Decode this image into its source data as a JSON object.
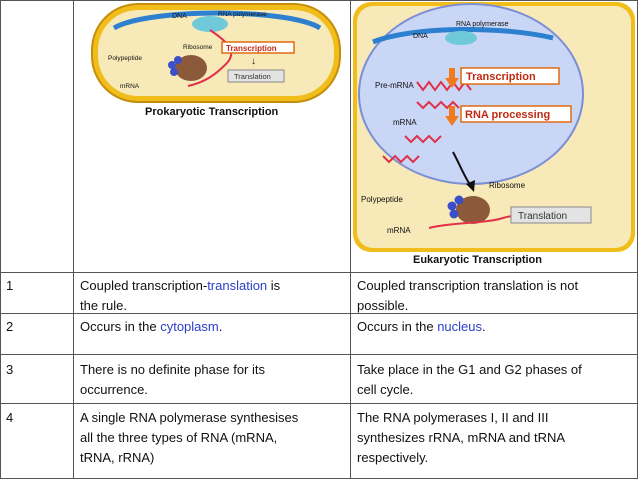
{
  "header": {
    "left_caption": "Prokaryotic Transcription",
    "right_caption": "Eukaryotic Transcription"
  },
  "prok": {
    "dna": "DNA",
    "rna_pol": "RNA polymerase",
    "ribosome": "Ribosome",
    "polypeptide": "Polypeptide",
    "mrna": "mRNA",
    "transcription": "Transcription",
    "translation": "Translation"
  },
  "euk": {
    "rna_pol": "RNA polymerase",
    "dna": "DNA",
    "pre_mrna": "Pre-mRNA",
    "transcription": "Transcription",
    "mrna": "mRNA",
    "rna_processing": "RNA processing",
    "ribosome": "Ribosome",
    "polypeptide": "Polypeptide",
    "translation": "Translation",
    "mrna2": "mRNA"
  },
  "rows": [
    {
      "num": "1",
      "left": [
        {
          "pre": "Coupled transcription-",
          "link": "translation",
          "post": " is"
        },
        {
          "pre": "the rule.",
          "link": "",
          "post": ""
        }
      ],
      "right": [
        {
          "pre": "Coupled transcription translation is not",
          "link": "",
          "post": ""
        },
        {
          "pre": "possible.",
          "link": "",
          "post": ""
        }
      ]
    },
    {
      "num": "2",
      "left": [
        {
          "pre": "Occurs in the ",
          "link": "cytoplasm",
          "post": "."
        }
      ],
      "right": [
        {
          "pre": "Occurs in the ",
          "link": "nucleus",
          "post": "."
        }
      ]
    },
    {
      "num": "3",
      "left": [
        {
          "pre": "There is no definite phase for its",
          "link": "",
          "post": ""
        },
        {
          "pre": "occurrence.",
          "link": "",
          "post": ""
        }
      ],
      "right": [
        {
          "pre": "Take place in the G1 and G2 phases of",
          "link": "",
          "post": ""
        },
        {
          "pre": "cell cycle.",
          "link": "",
          "post": ""
        }
      ]
    },
    {
      "num": "4",
      "left": [
        {
          "pre": "A single RNA polymerase synthesises",
          "link": "",
          "post": ""
        },
        {
          "pre": "all the three types of RNA (mRNA,",
          "link": "",
          "post": ""
        },
        {
          "pre": "tRNA, rRNA)",
          "link": "",
          "post": ""
        }
      ],
      "right": [
        {
          "pre": "The RNA polymerases I, II and III",
          "link": "",
          "post": ""
        },
        {
          "pre": "synthesizes rRNA, mRNA and tRNA",
          "link": "",
          "post": ""
        },
        {
          "pre": "respectively.",
          "link": "",
          "post": ""
        }
      ]
    }
  ]
}
